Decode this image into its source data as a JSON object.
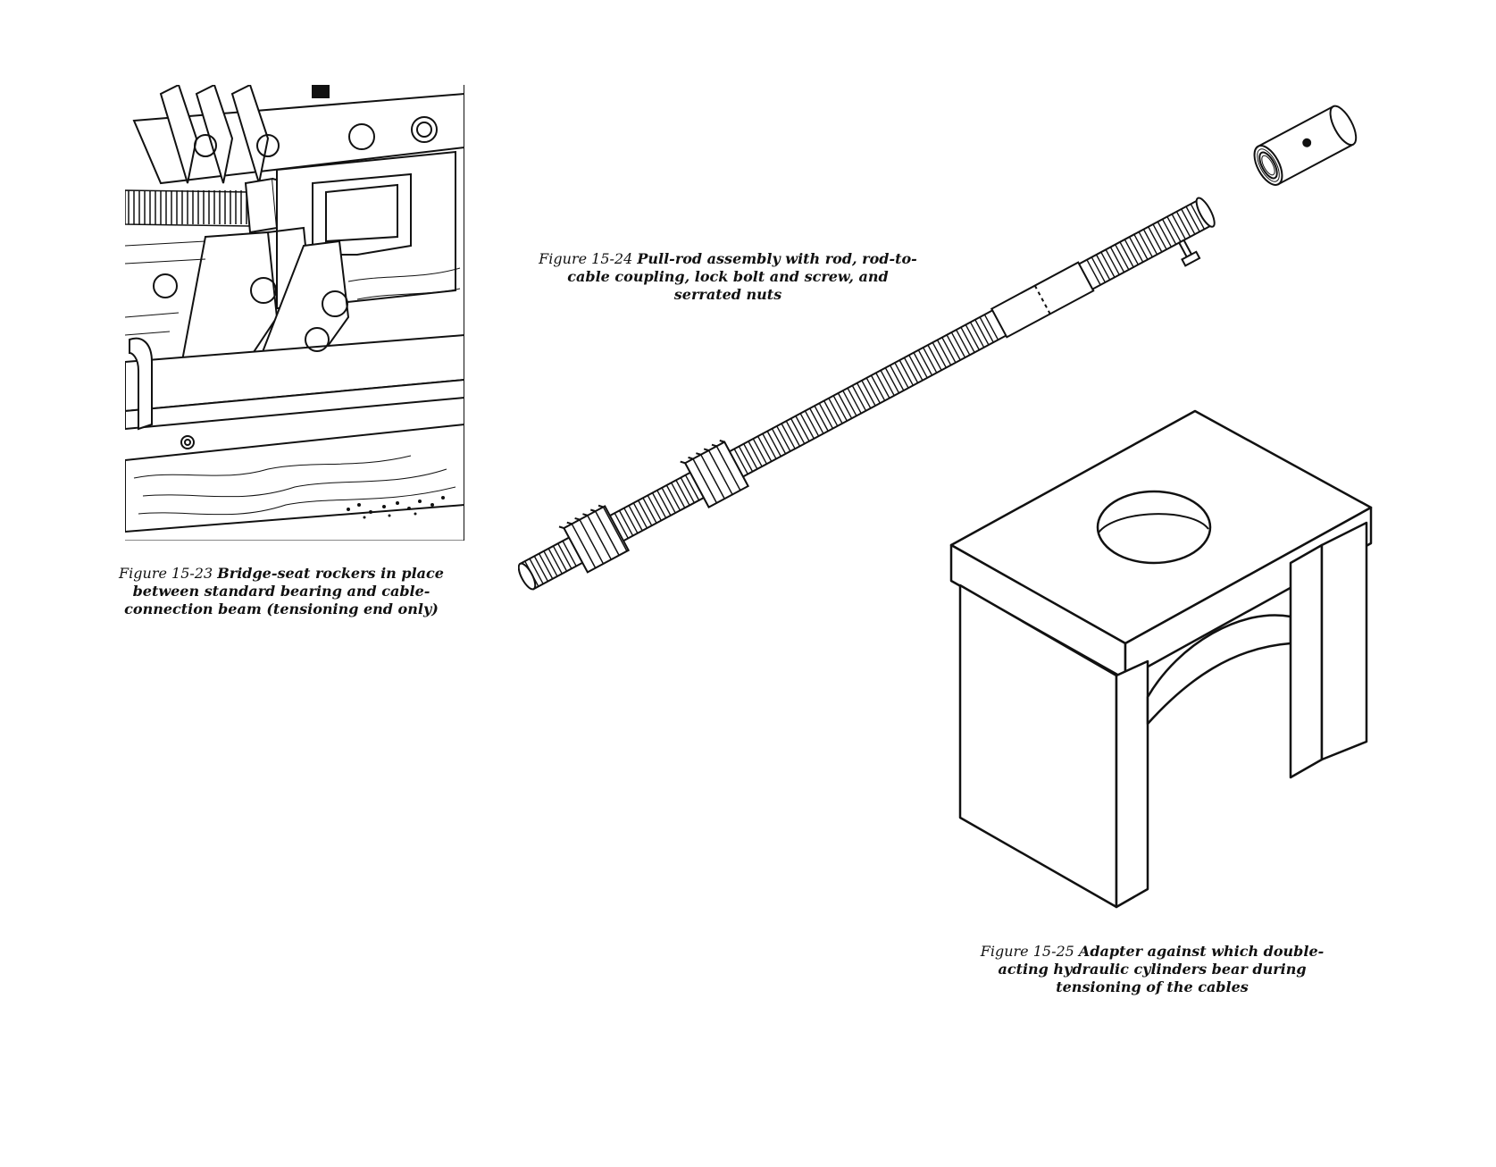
{
  "figures": [
    {
      "id": "15-23",
      "label": "Figure 15-23",
      "caption": "Bridge-seat rockers in place between standard bearing and cable-connection beam (tensioning end only)"
    },
    {
      "id": "15-24",
      "label": "Figure 15-24",
      "caption": "Pull-rod assembly with rod, rod-to-cable coupling, lock bolt and screw, and serrated nuts"
    },
    {
      "id": "15-25",
      "label": "Figure 15-25",
      "caption": "Adapter against which double-acting hydraulic cylinders bear during tensioning of the cables"
    }
  ],
  "colors": {
    "ink": "#111111",
    "paper": "#ffffff"
  }
}
